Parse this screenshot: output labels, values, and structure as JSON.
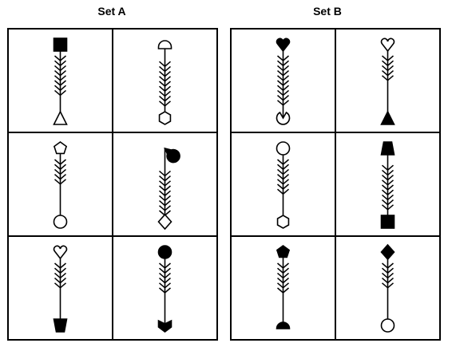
{
  "sets": [
    {
      "label": "Set A",
      "cells": [
        {
          "top": "filled-square",
          "bottom": "hollow-triangle",
          "shaft": "upper",
          "chevrons": 8
        },
        {
          "top": "hollow-semicircle",
          "bottom": "hollow-hexagon",
          "shaft": "full",
          "chevrons": 9
        },
        {
          "top": "hollow-pentagon",
          "bottom": "hollow-circle",
          "shaft": "upper",
          "chevrons": 5
        },
        {
          "top": "filled-pacman",
          "bottom": "hollow-diamond",
          "shaft": "lower",
          "chevrons": 9
        },
        {
          "top": "hollow-heart",
          "bottom": "filled-trapezoid",
          "shaft": "upper",
          "chevrons": 5
        },
        {
          "top": "filled-circle",
          "bottom": "filled-arrowtail",
          "shaft": "upper",
          "chevrons": 6
        }
      ]
    },
    {
      "label": "Set B",
      "cells": [
        {
          "top": "filled-heart",
          "bottom": "hollow-pacman",
          "shaft": "upper",
          "chevrons": 10
        },
        {
          "top": "hollow-heart",
          "bottom": "filled-triangle",
          "shaft": "upper",
          "chevrons": 5
        },
        {
          "top": "hollow-circle",
          "bottom": "hollow-hexagon",
          "shaft": "upper",
          "chevrons": 7
        },
        {
          "top": "filled-trapezoid",
          "bottom": "filled-square",
          "shaft": "full",
          "chevrons": 9
        },
        {
          "top": "filled-pentagon",
          "bottom": "filled-semicircle",
          "shaft": "upper",
          "chevrons": 6
        },
        {
          "top": "filled-diamond",
          "bottom": "hollow-circle",
          "shaft": "upper",
          "chevrons": 5
        }
      ]
    }
  ]
}
